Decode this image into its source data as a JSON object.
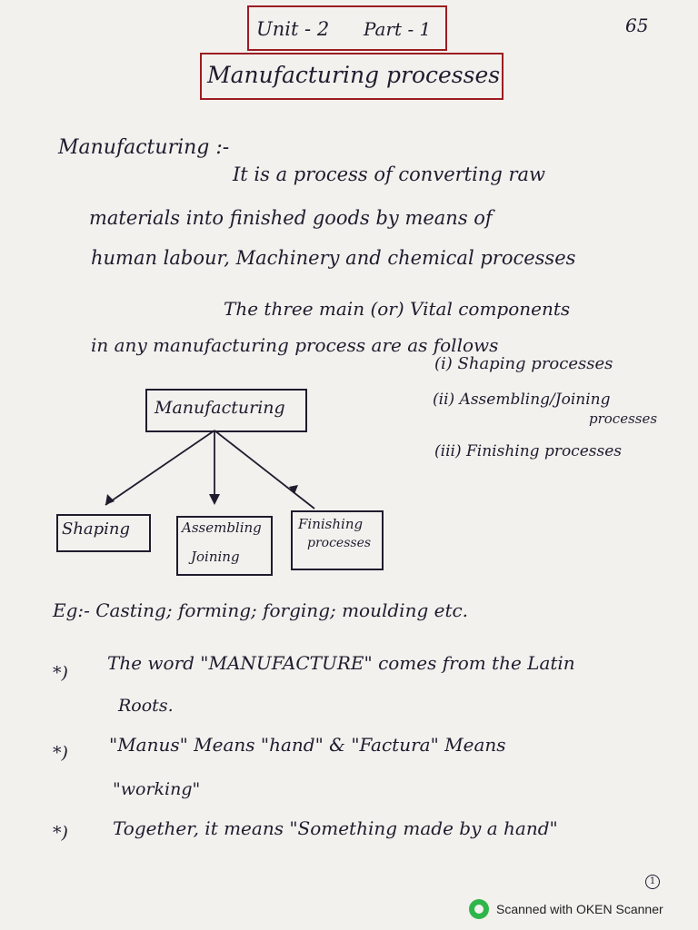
{
  "page_number": "65",
  "header": {
    "unit": "Unit - 2",
    "part": "Part - 1",
    "title": "Manufacturing processes"
  },
  "definition": {
    "heading": "Manufacturing :-",
    "line1": "It is a process of converting raw",
    "line2": "materials into finished goods by means of",
    "line3": "human labour, Machinery and chemical processes"
  },
  "components": {
    "intro1": "The three main (or) Vital components",
    "intro2": "in any manufacturing process are as follows",
    "items": [
      "(i) Shaping processes",
      "(ii) Assembling/Joining",
      "processes",
      "(iii) Finishing processes"
    ]
  },
  "diagram": {
    "root": "Manufacturing",
    "children": [
      {
        "label": "Shaping"
      },
      {
        "label": "Assembling",
        "sub": "Joining"
      },
      {
        "label": "Finishing",
        "sub": "processes"
      }
    ]
  },
  "example": "Eg:- Casting; forming; forging; moulding etc.",
  "notes": [
    {
      "bullet": "*)",
      "line1": "The word \"MANUFACTURE\" comes from the Latin",
      "line2": "Roots."
    },
    {
      "bullet": "*)",
      "line1": "\"Manus\" Means \"hand\" & \"Factura\" Means",
      "line2": "\"working\""
    },
    {
      "bullet": "*)",
      "line1": "Together, it means \"Something made by a hand\"",
      "line2": ""
    }
  ],
  "corner_mark": "1",
  "footer": "Scanned with OKEN Scanner"
}
